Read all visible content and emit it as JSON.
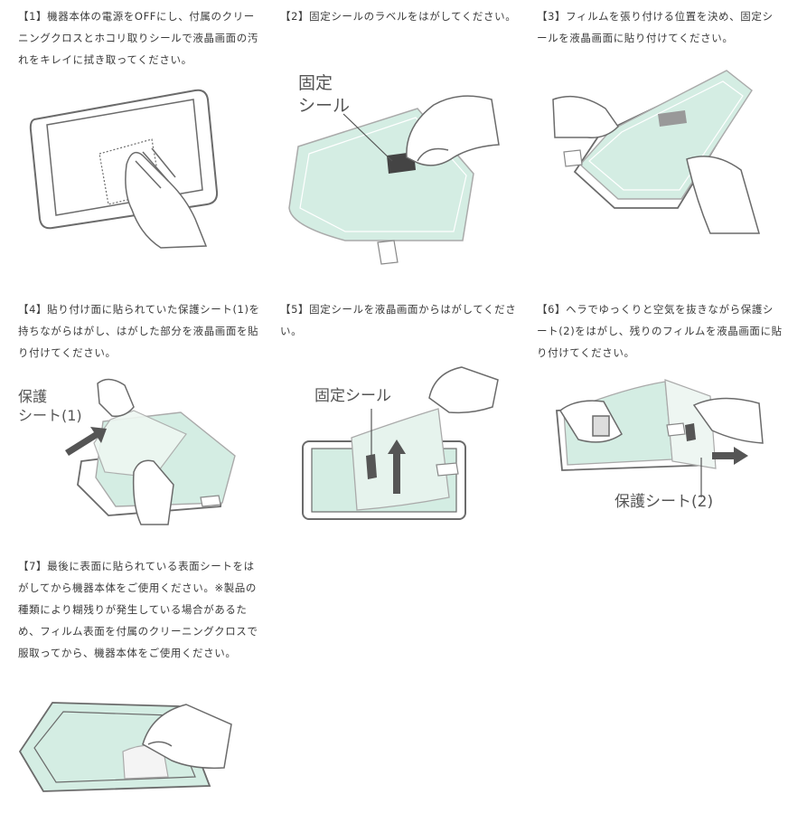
{
  "steps": [
    {
      "text": "【1】機器本体の電源をOFFにし、付属のクリーニングクロスとホコリ取りシールで液晶画面の汚れをキレイに拭き取ってください。"
    },
    {
      "text": "【2】固定シールのラベルをはがしてください。",
      "callout": "固定\nシール"
    },
    {
      "text": "【3】フィルムを張り付ける位置を決め、固定シールを液晶画面に貼り付けてください。"
    },
    {
      "text": "【4】貼り付け面に貼られていた保護シート(1)を持ちながらはがし、はがした部分を液晶画面を貼り付けてください。",
      "callout": "保護\nシート(1)"
    },
    {
      "text": "【5】固定シールを液晶画面からはがしてください。",
      "callout": "固定シール"
    },
    {
      "text": "【6】ヘラでゆっくりと空気を抜きながら保護シート(2)をはがし、残りのフィルムを液晶画面に貼り付けてください。",
      "callout": "保護シート(2)"
    },
    {
      "text": "【7】最後に表面に貼られている表面シートをはがしてから機器本体をご使用ください。※製品の種類により糊残りが発生している場合があるため、フィルム表面を付属のクリーニングクロスで服取ってから、機器本体をご使用ください。"
    }
  ],
  "colors": {
    "film": "#d4ede3",
    "line": "#6b6b6b",
    "arrow": "#555555"
  }
}
